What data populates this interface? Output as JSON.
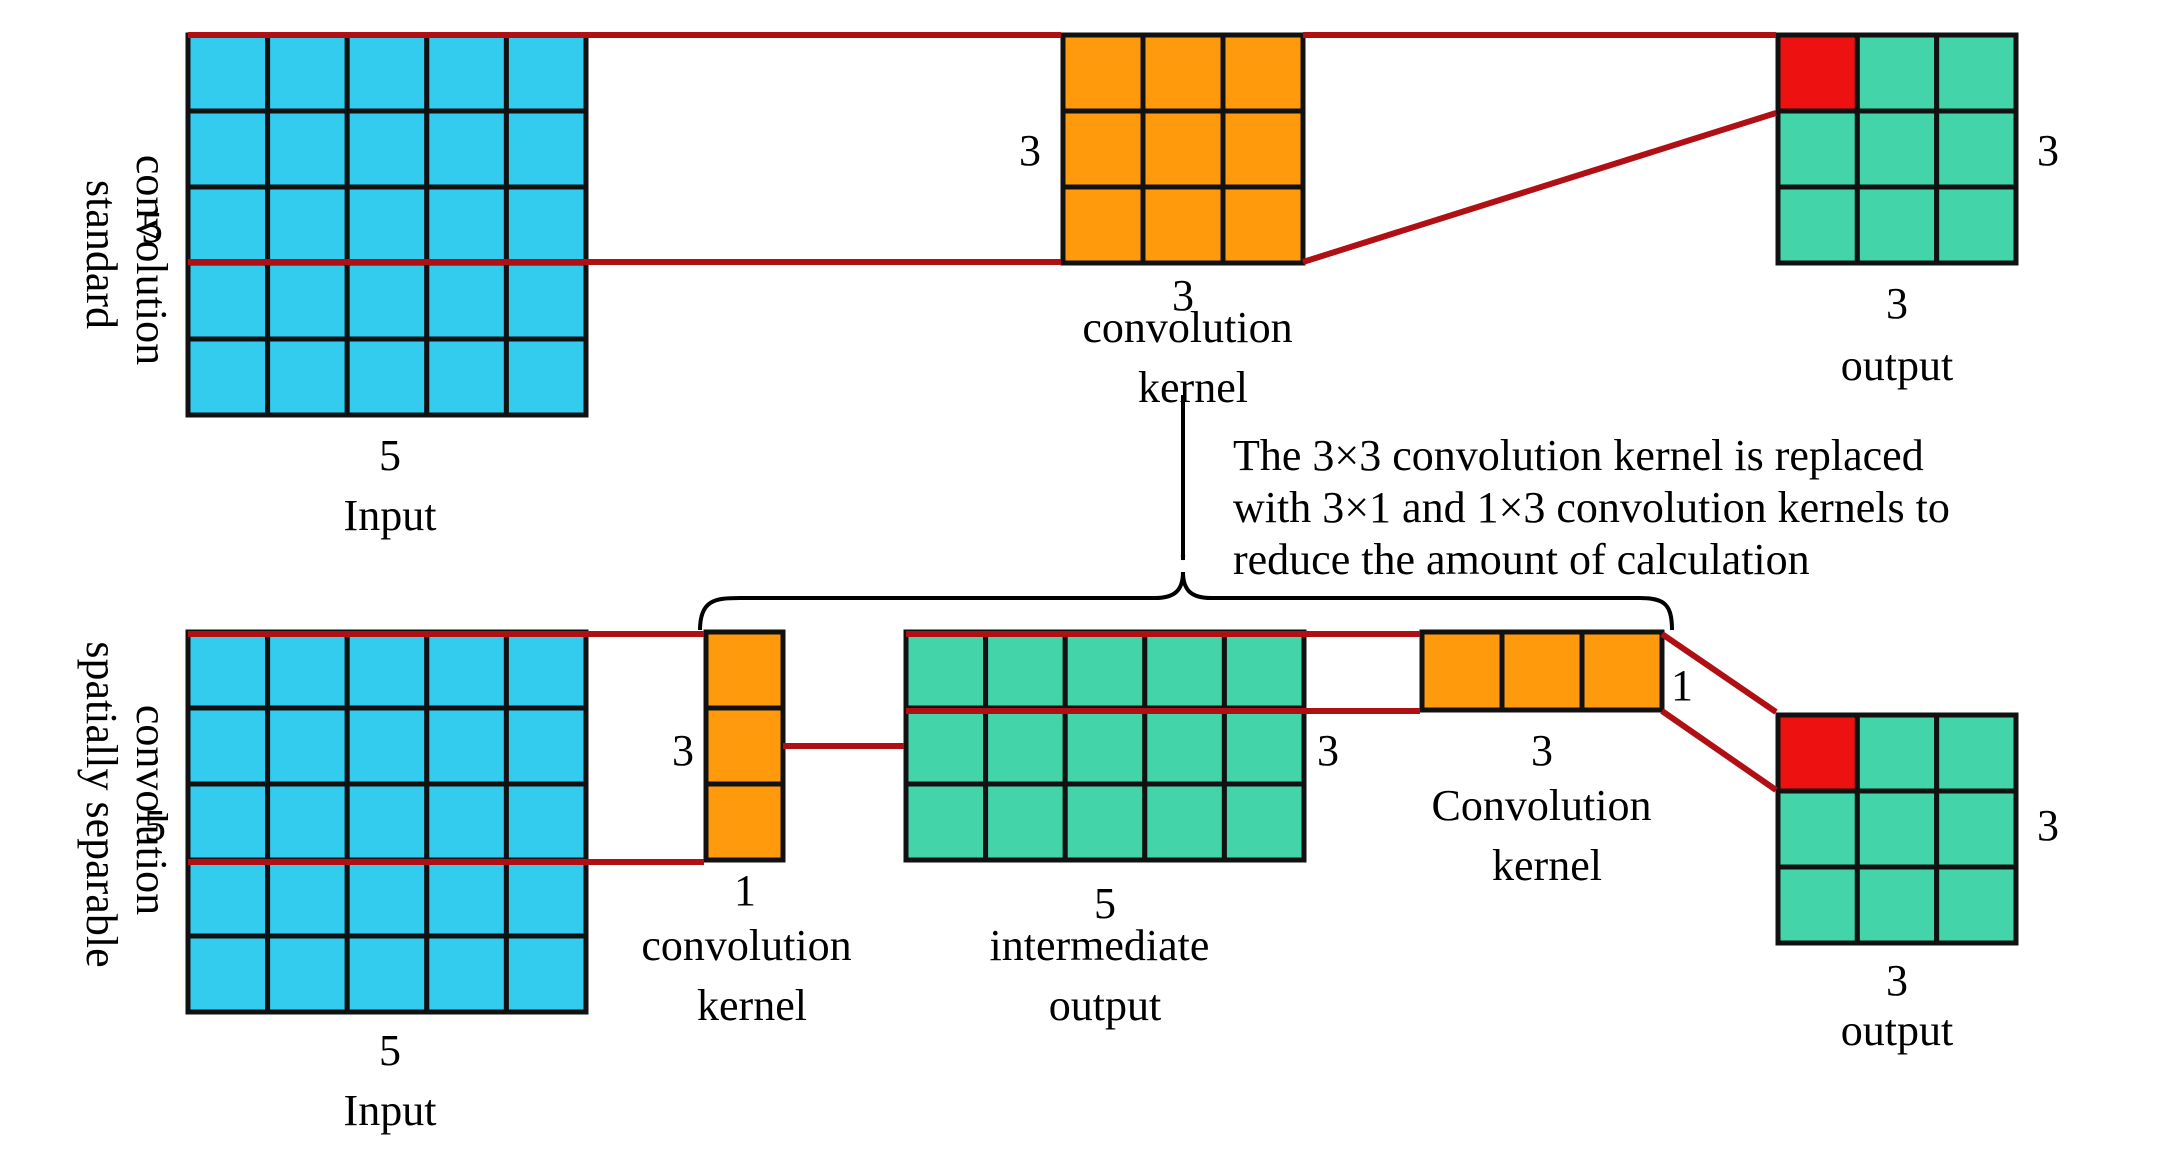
{
  "colors": {
    "input": "#33ccee",
    "kernel": "#ff9a0c",
    "output": "#44d4aa",
    "highlight": "#ee1111",
    "arrow_red": "#b00f14",
    "stroke": "#111111"
  },
  "top": {
    "side_label": [
      "standard",
      "convolution"
    ],
    "input": {
      "dim_left": "5",
      "dim_bottom": "5",
      "caption": "Input"
    },
    "kernel": {
      "dim_left": "3",
      "dim_bottom": "3",
      "caption": [
        "convolution",
        "kernel"
      ]
    },
    "output": {
      "dim_right": "3",
      "dim_bottom": "3",
      "caption": "output"
    }
  },
  "annotation": [
    "The 3×3 convolution kernel is replaced",
    "with 3×1 and 1×3 convolution kernels to",
    "reduce the amount of calculation"
  ],
  "bottom": {
    "side_label": [
      "spatially separable",
      "convolution"
    ],
    "input": {
      "dim_left": "5",
      "dim_bottom": "5",
      "caption": "Input"
    },
    "kernel_v": {
      "dim_left": "3",
      "dim_bottom": "1",
      "caption": [
        "convolution",
        "kernel"
      ]
    },
    "intermediate": {
      "dim_right": "3",
      "dim_bottom": "5",
      "caption": [
        "intermediate",
        "output"
      ]
    },
    "kernel_h": {
      "dim_right": "1",
      "dim_bottom": "3",
      "caption": [
        "Convolution",
        "kernel"
      ]
    },
    "output": {
      "dim_right": "3",
      "dim_bottom": "3",
      "caption": "output"
    }
  }
}
